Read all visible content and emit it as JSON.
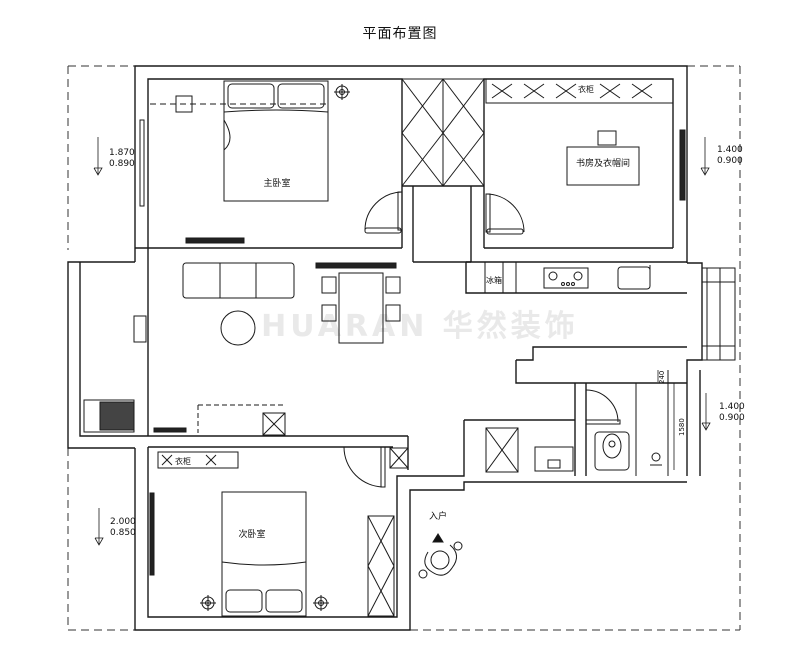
{
  "title": "平面布置图",
  "watermark": "HUARAN 华然装饰",
  "rooms": {
    "master_bedroom": "主卧室",
    "study_cloakroom": "书房及衣帽间",
    "second_bedroom": "次卧室",
    "wardrobe_upper": "衣柜",
    "wardrobe_lower": "衣柜",
    "fridge": "冰箱",
    "entrance": "入户"
  },
  "windows": {
    "w1": {
      "top": "1.870",
      "bottom": "0.890"
    },
    "w2": {
      "top": "1.400",
      "bottom": "0.900"
    },
    "w3": {
      "top": "1.400",
      "bottom": "0.900"
    },
    "w4": {
      "top": "2.000",
      "bottom": "0.850"
    }
  },
  "dimensions": {
    "d1": "240",
    "d2": "1580"
  },
  "colors": {
    "line": "#1a1a1a",
    "dash": "#333333",
    "watermark": "#e6e6e6"
  }
}
